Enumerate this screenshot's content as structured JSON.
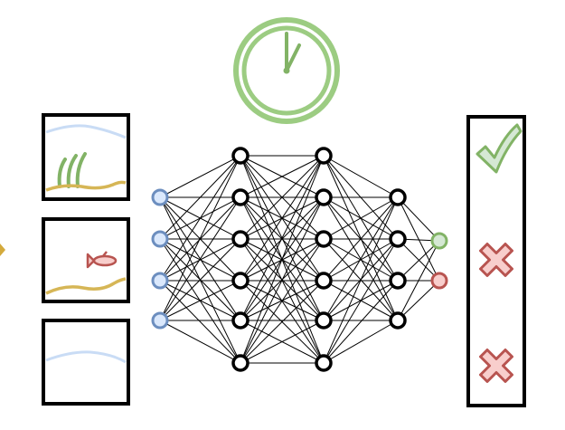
{
  "diagram": {
    "input_arrow": {
      "color": "#d4aa3c"
    },
    "clock": {
      "icon": "clock-icon",
      "ring_color": "#82b366",
      "ring_fill": "#d5e8d4"
    },
    "frames": [
      {
        "id": "frame-seaweed",
        "icon": "seaweed-icon",
        "water": true,
        "sand": true,
        "seaweed": true,
        "fish": false
      },
      {
        "id": "frame-fish",
        "icon": "fish-icon",
        "water": false,
        "sand": true,
        "seaweed": false,
        "fish": true
      },
      {
        "id": "frame-water",
        "icon": "water-icon",
        "water": true,
        "sand": false,
        "seaweed": false,
        "fish": false
      }
    ],
    "network": {
      "layer_sizes": [
        4,
        6,
        6,
        4,
        2
      ],
      "input_color": "#6c8ebf",
      "input_fill": "#dae8fc",
      "hidden_color": "#000000",
      "output_colors": [
        "#82b366",
        "#b85450"
      ],
      "output_fills": [
        "#d5e8d4",
        "#f8cecc"
      ]
    },
    "results": [
      {
        "id": "result-1",
        "icon": "checkmark-icon",
        "correct": true
      },
      {
        "id": "result-2",
        "icon": "cross-icon",
        "correct": false
      },
      {
        "id": "result-3",
        "icon": "cross-icon",
        "correct": false
      }
    ],
    "colors": {
      "water": "#c9dcf5",
      "sand": "#d6b656",
      "seaweed": "#82b366",
      "fish_fill": "#f8cecc",
      "fish_stroke": "#b85450",
      "check_fill": "#d5e8d4",
      "check_stroke": "#82b366",
      "cross_fill": "#f8cecc",
      "cross_stroke": "#b85450"
    }
  }
}
